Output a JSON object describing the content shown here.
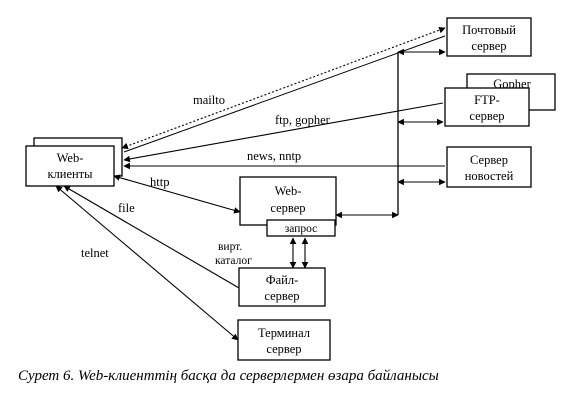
{
  "nodes": {
    "web_clients": [
      "Web-",
      "клиенты"
    ],
    "mail_server": [
      "Почтовый",
      "сервер"
    ],
    "gopher": "Gopher",
    "ftp_server": [
      "FTP-",
      "сервер"
    ],
    "news_server": [
      "Сервер",
      "новостей"
    ],
    "web_server": [
      "Web-",
      "сервер"
    ],
    "request": "запрос",
    "file_server": [
      "Файл-",
      "сервер"
    ],
    "terminal_server": [
      "Терминал",
      "сервер"
    ]
  },
  "edges": {
    "mailto": "mailto",
    "ftp_gopher": "ftp, gopher",
    "news": "news, nntp",
    "http": "http",
    "file": "file",
    "telnet": "telnet",
    "virtual_catalog": [
      "вирт.",
      "каталог"
    ]
  },
  "caption": "Сурет 6. Web-клиенттің басқа да серверлермен өзара байланысы"
}
